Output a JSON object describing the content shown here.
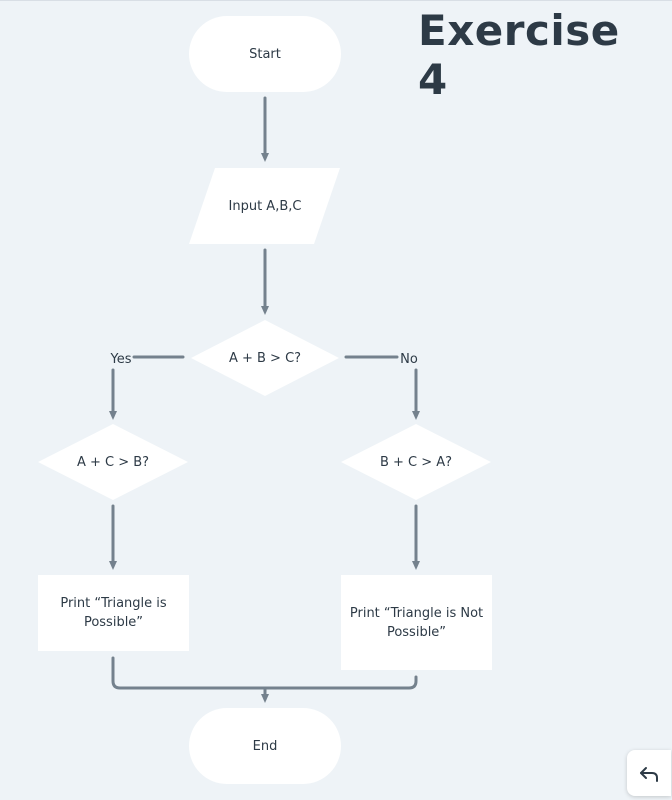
{
  "title": "Exercise 4",
  "nodes": {
    "start": "Start",
    "input": "Input A,B,C",
    "decision_main": "A + B > C?",
    "decision_left": "A + C > B?",
    "decision_right": "B + C > A?",
    "print_possible": "Print “Triangle is Possible”",
    "print_not_possible": "Print “Triangle is Not Possible”",
    "end": "End"
  },
  "edges": {
    "yes": "Yes",
    "no": "No"
  },
  "colors": {
    "background": "#eef3f7",
    "shape_fill": "#ffffff",
    "connector": "#74818d",
    "text": "#2d3a46"
  },
  "icons": {
    "undo": "undo-arrow-icon"
  }
}
